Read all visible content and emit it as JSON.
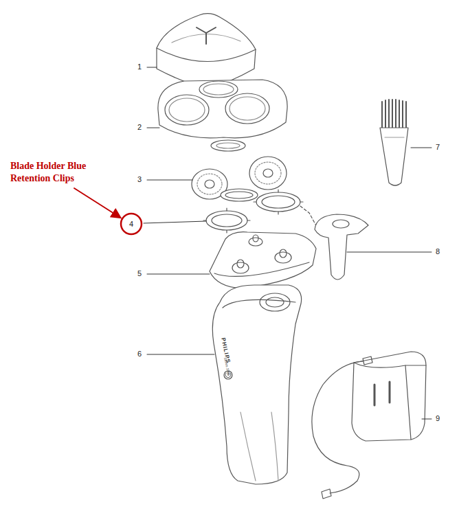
{
  "diagram": {
    "nodes": [
      {
        "text": [
          "4"
        ]
      }
    ],
    "labels": [
      "Blade Holder Blue Retention Clips",
      "1",
      "2",
      "3",
      "5",
      "6",
      "7",
      "8",
      "9",
      "PHILIPS",
      "Series 1000"
    ]
  }
}
